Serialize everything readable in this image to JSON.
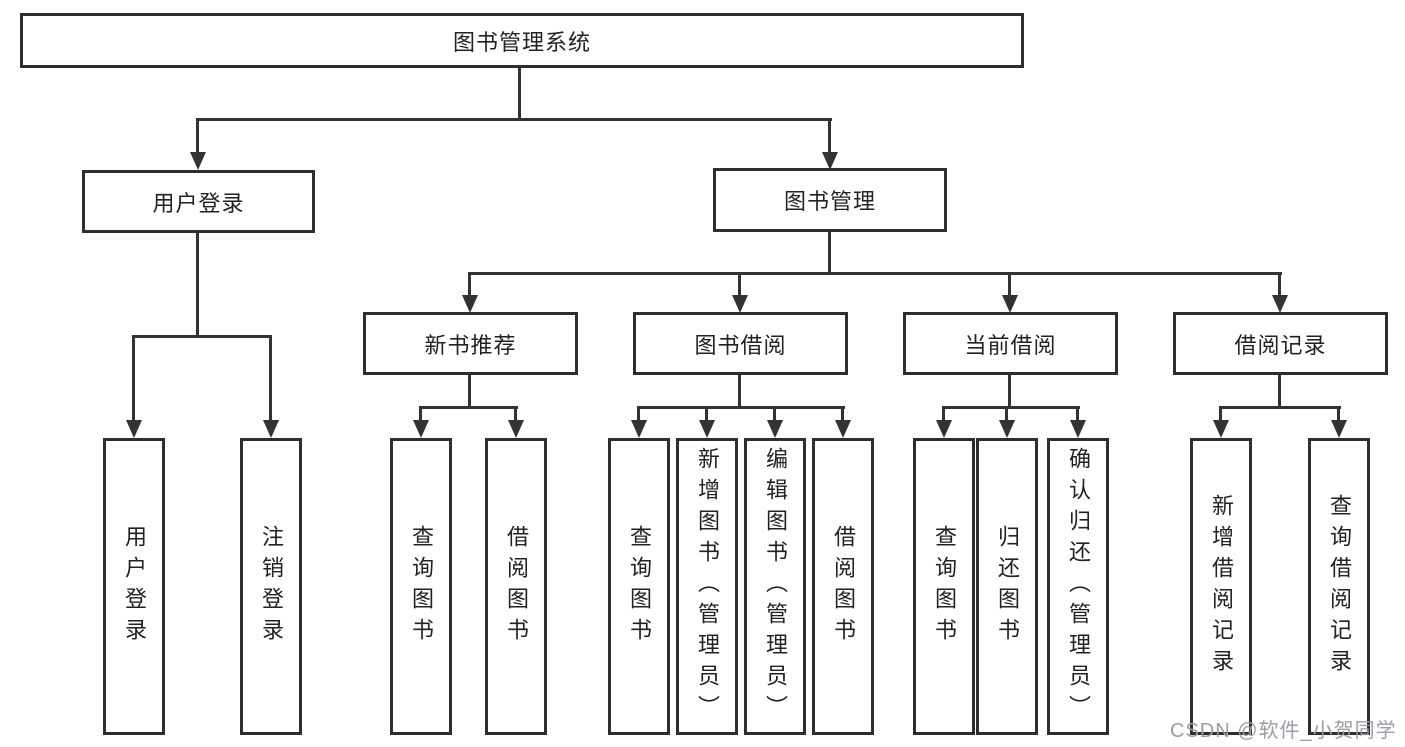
{
  "diagram": {
    "root": {
      "label": "图书管理系统"
    },
    "level2": [
      {
        "label": "用户登录"
      },
      {
        "label": "图书管理"
      }
    ],
    "level3": [
      {
        "label": "新书推荐"
      },
      {
        "label": "图书借阅"
      },
      {
        "label": "当前借阅"
      },
      {
        "label": "借阅记录"
      }
    ],
    "leaves": {
      "user_login": [
        "用户登录",
        "注销登录"
      ],
      "new_book": [
        "查询图书",
        "借阅图书"
      ],
      "book_borrow": [
        "查询图书",
        "新增图书（管理员）",
        "编辑图书（管理员）",
        "借阅图书"
      ],
      "current_borrow": [
        "查询图书",
        "归还图书",
        "确认归还（管理员）"
      ],
      "borrow_record": [
        "新增借阅记录",
        "查询借阅记录"
      ]
    }
  },
  "watermark": {
    "text": "CSDN @软件_小贺同学"
  },
  "colors": {
    "line": "#333333",
    "border": "#2e2e2e",
    "text": "#222222",
    "background": "#ffffff",
    "watermark": "#9c9ca4"
  }
}
